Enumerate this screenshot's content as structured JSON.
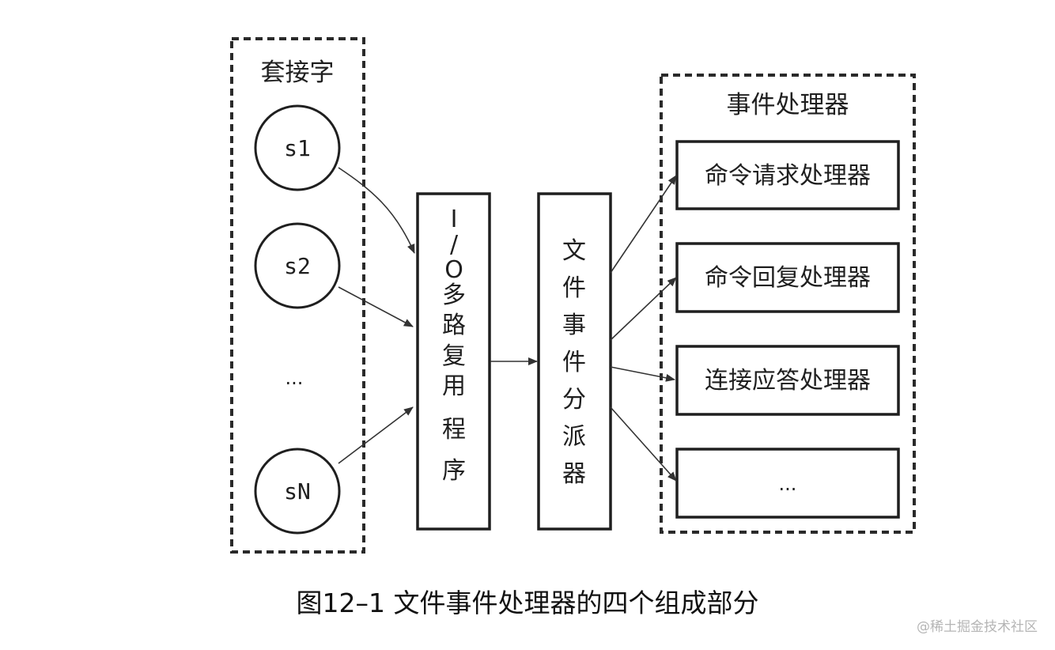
{
  "sockets": {
    "title": "套接字",
    "items": [
      "s1",
      "s2",
      "...",
      "sN"
    ]
  },
  "multiplexer": {
    "label": [
      "I",
      "/",
      "O",
      "多",
      "路",
      "复",
      "用",
      "程",
      "序"
    ]
  },
  "dispatcher": {
    "label": [
      "文",
      "件",
      "事",
      "件",
      "分",
      "派",
      "器"
    ]
  },
  "handlers": {
    "title": "事件处理器",
    "items": [
      "命令请求处理器",
      "命令回复处理器",
      "连接应答处理器",
      "..."
    ]
  },
  "caption": "图12–1 文件事件处理器的四个组成部分",
  "watermark": "@稀土掘金技术社区"
}
